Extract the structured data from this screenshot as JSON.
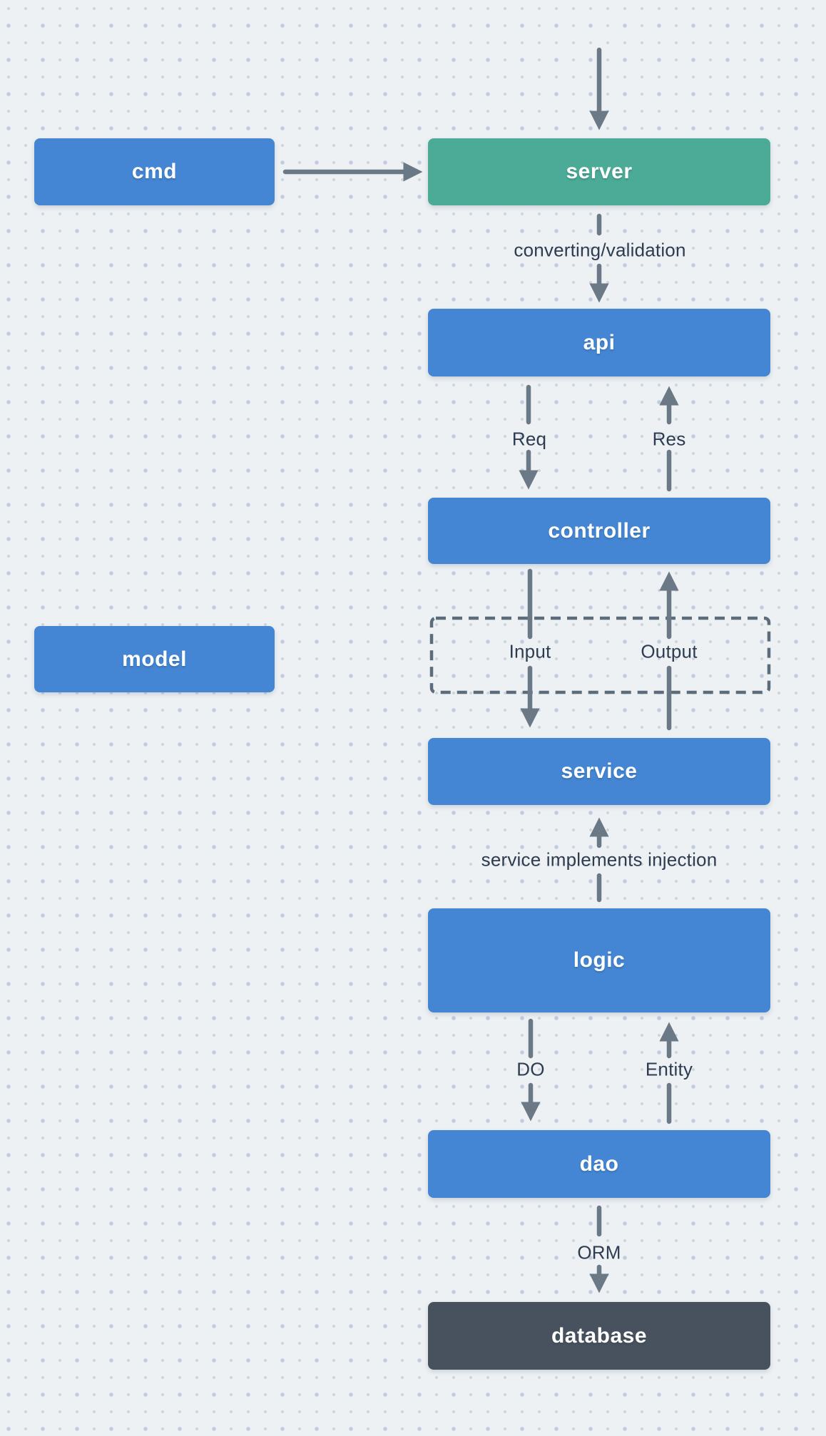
{
  "diagram": {
    "nodes": [
      {
        "id": "cmd",
        "label": "cmd",
        "variant": "blue"
      },
      {
        "id": "server",
        "label": "server",
        "variant": "green"
      },
      {
        "id": "api",
        "label": "api",
        "variant": "blue"
      },
      {
        "id": "controller",
        "label": "controller",
        "variant": "blue"
      },
      {
        "id": "model",
        "label": "model",
        "variant": "blue"
      },
      {
        "id": "service",
        "label": "service",
        "variant": "blue"
      },
      {
        "id": "logic",
        "label": "logic",
        "variant": "blue"
      },
      {
        "id": "dao",
        "label": "dao",
        "variant": "blue"
      },
      {
        "id": "database",
        "label": "database",
        "variant": "dark"
      }
    ],
    "edge_labels": {
      "converting": "converting/validation",
      "req": "Req",
      "res": "Res",
      "input": "Input",
      "output": "Output",
      "injection": "service implements injection",
      "do": "DO",
      "entity": "Entity",
      "orm": "ORM"
    },
    "colors": {
      "node_blue": "#4486d3",
      "node_green": "#4bab97",
      "node_dark": "#48525e",
      "arrow_gray": "#6b7987",
      "dashed_border": "#5d6c7b",
      "edge_label_text": "#2d3c50",
      "background": "#edf1f4"
    }
  }
}
